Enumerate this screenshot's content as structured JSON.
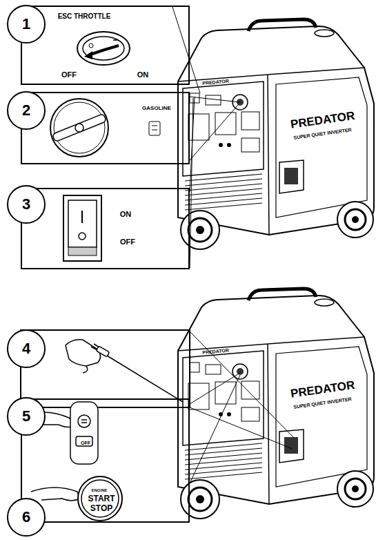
{
  "diagram": {
    "nodes": [
      {
        "text": [
          "1"
        ]
      },
      {
        "text": [
          "ESC THROTTLE",
          "OFF",
          "ON"
        ]
      },
      {
        "text": [
          "2"
        ]
      },
      {
        "text": [
          "GASOLINE"
        ]
      },
      {
        "text": [
          "3"
        ]
      },
      {
        "text": [
          "ON",
          "OFF"
        ]
      },
      {
        "text": [
          "4"
        ]
      },
      {
        "text": [
          "5"
        ]
      },
      {
        "text": [
          "OFF",
          "ENGINE",
          "START",
          "STOP"
        ]
      },
      {
        "text": [
          "6"
        ]
      }
    ],
    "labels": [
      "PREDATOR",
      "PREDATOR",
      "SUPER QUIET INVERTER",
      "PREDATOR",
      "PREDATOR",
      "SUPER QUIET INVERTER"
    ]
  }
}
